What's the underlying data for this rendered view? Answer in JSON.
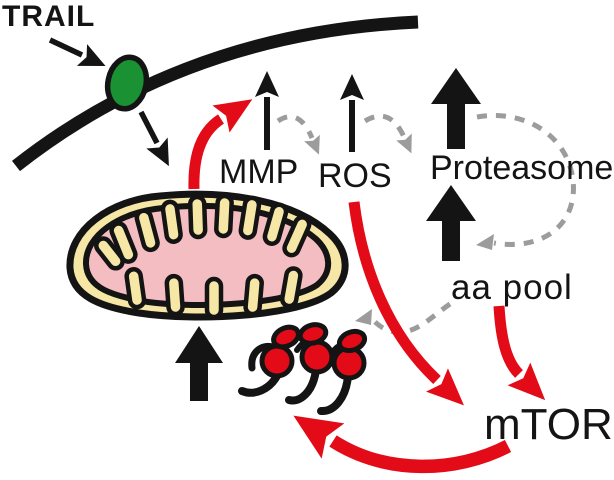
{
  "figure": {
    "type": "signaling-pathway-diagram",
    "description": "TRAIL receptor signaling to mitochondrion, MMP, ROS, proteasome, aa pool and mTOR"
  },
  "labels": {
    "trail": "TRAIL",
    "mmp": "MMP",
    "ros": "ROS",
    "proteasome": "Proteasome",
    "aa_pool": "aa pool",
    "mtor": "mTOR"
  },
  "colors": {
    "black": "#141414",
    "red": "#e30b17",
    "gray": "#9c9c9c",
    "receptor_green": "#1a9132",
    "mito_outer": "#f6e7a6",
    "mito_matrix": "#f4bdc1",
    "background": "#ffffff"
  },
  "icons": {
    "membrane": "cell-membrane-arc",
    "receptor": "trail-receptor",
    "mitochondrion": "mitochondrion",
    "polysome": "polysome-ribosomes"
  },
  "relationships": [
    {
      "from": "TRAIL",
      "to": "receptor",
      "style": "solid",
      "color": "black"
    },
    {
      "from": "receptor",
      "to": "mitochondrion",
      "style": "solid",
      "color": "black"
    },
    {
      "from": "mitochondrion",
      "to": "MMP",
      "style": "curved",
      "color": "red"
    },
    {
      "label": "MMP",
      "change": "up"
    },
    {
      "label": "ROS",
      "change": "up"
    },
    {
      "label": "Proteasome",
      "change": "up-strong"
    },
    {
      "label": "aa pool",
      "change": "up-strong"
    },
    {
      "label": "mitochondrion",
      "change": "up-strong"
    },
    {
      "from": "MMP",
      "to": "ROS",
      "style": "dashed",
      "color": "gray"
    },
    {
      "from": "ROS",
      "to": "Proteasome",
      "style": "dashed",
      "color": "gray"
    },
    {
      "from": "Proteasome",
      "to": "aa pool",
      "style": "dashed-loop",
      "color": "gray"
    },
    {
      "from": "aa pool",
      "to": "polysome",
      "style": "dashed",
      "color": "gray"
    },
    {
      "from": "ROS",
      "to": "mTOR",
      "style": "curved",
      "color": "red"
    },
    {
      "from": "aa pool",
      "to": "mTOR",
      "style": "curved",
      "color": "red"
    },
    {
      "from": "mTOR",
      "to": "polysome",
      "style": "curved-thick",
      "color": "red"
    }
  ]
}
